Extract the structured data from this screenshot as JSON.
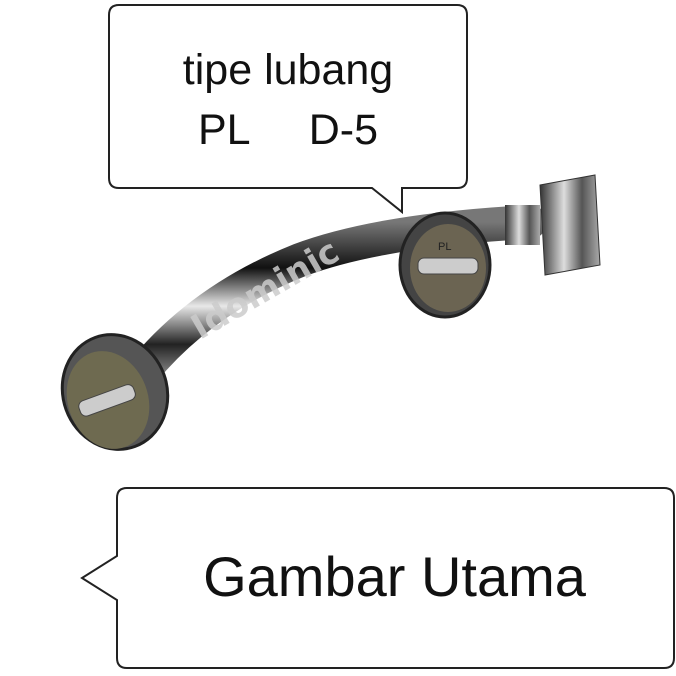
{
  "callout_top": {
    "line1": "tipe lubang",
    "line2": "PL     D-5"
  },
  "callout_bottom": {
    "text": "Gambar Utama"
  },
  "product": {
    "watermark": "Idominic",
    "nut_marking": "PL"
  },
  "colors": {
    "border": "#222222",
    "background": "#ffffff",
    "metal_dark": "#1a1a1a",
    "metal_light": "#d8d8d8"
  }
}
